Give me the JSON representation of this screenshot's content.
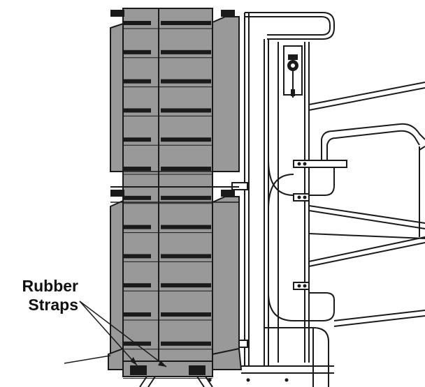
{
  "callout": {
    "line1": "Rubber",
    "line2": "Straps"
  },
  "colors": {
    "panel": "#999999",
    "outline": "#1a1a1a",
    "slot": "#1a1a1a",
    "background": "#ffffff"
  },
  "slot_rows": 13
}
